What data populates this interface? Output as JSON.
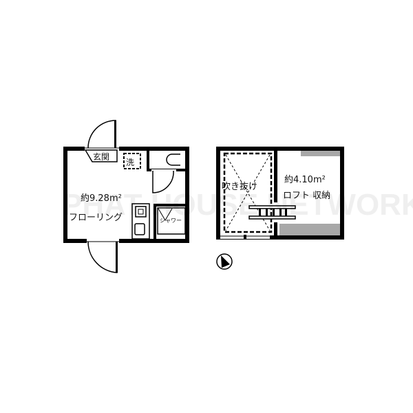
{
  "floor_main": {
    "entrance": "玄関",
    "washer": "洗",
    "room_area": "約9.28m²",
    "room_type": "フローリング",
    "shower": "シャワー"
  },
  "floor_loft": {
    "void": "吹き抜け",
    "loft_area": "約4.10m²",
    "loft_type": "ロフト 収納"
  },
  "watermark": "PHAT HOUSE NETWORK",
  "colors": {
    "wall": "#000000",
    "storage": "#a8a8a8",
    "background": "#ffffff"
  }
}
